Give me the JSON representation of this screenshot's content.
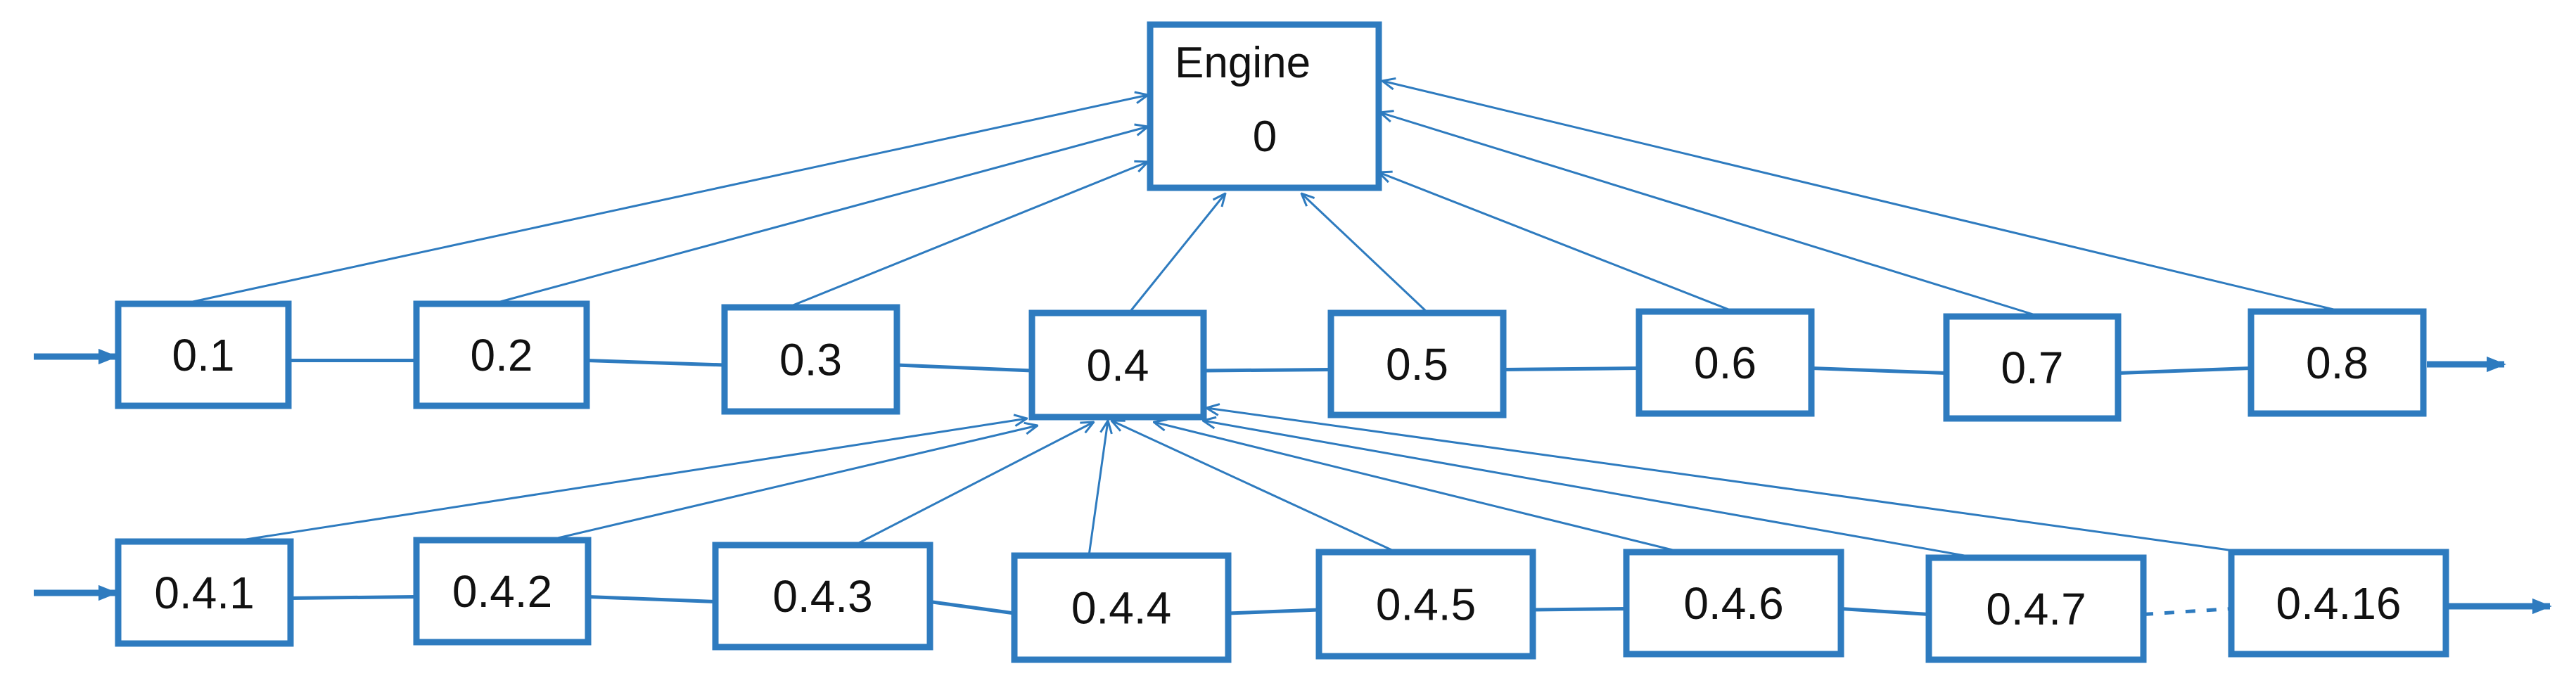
{
  "engine": {
    "line1": "Engine",
    "line2": "0"
  },
  "level1": [
    "0.1",
    "0.2",
    "0.3",
    "0.4",
    "0.5",
    "0.6",
    "0.7",
    "0.8"
  ],
  "level2": [
    "0.4.1",
    "0.4.2",
    "0.4.3",
    "0.4.4",
    "0.4.5",
    "0.4.6",
    "0.4.7",
    "0.4.16"
  ],
  "colors": {
    "accent": "#2e7bbf",
    "text": "#111111",
    "background": "#ffffff"
  }
}
